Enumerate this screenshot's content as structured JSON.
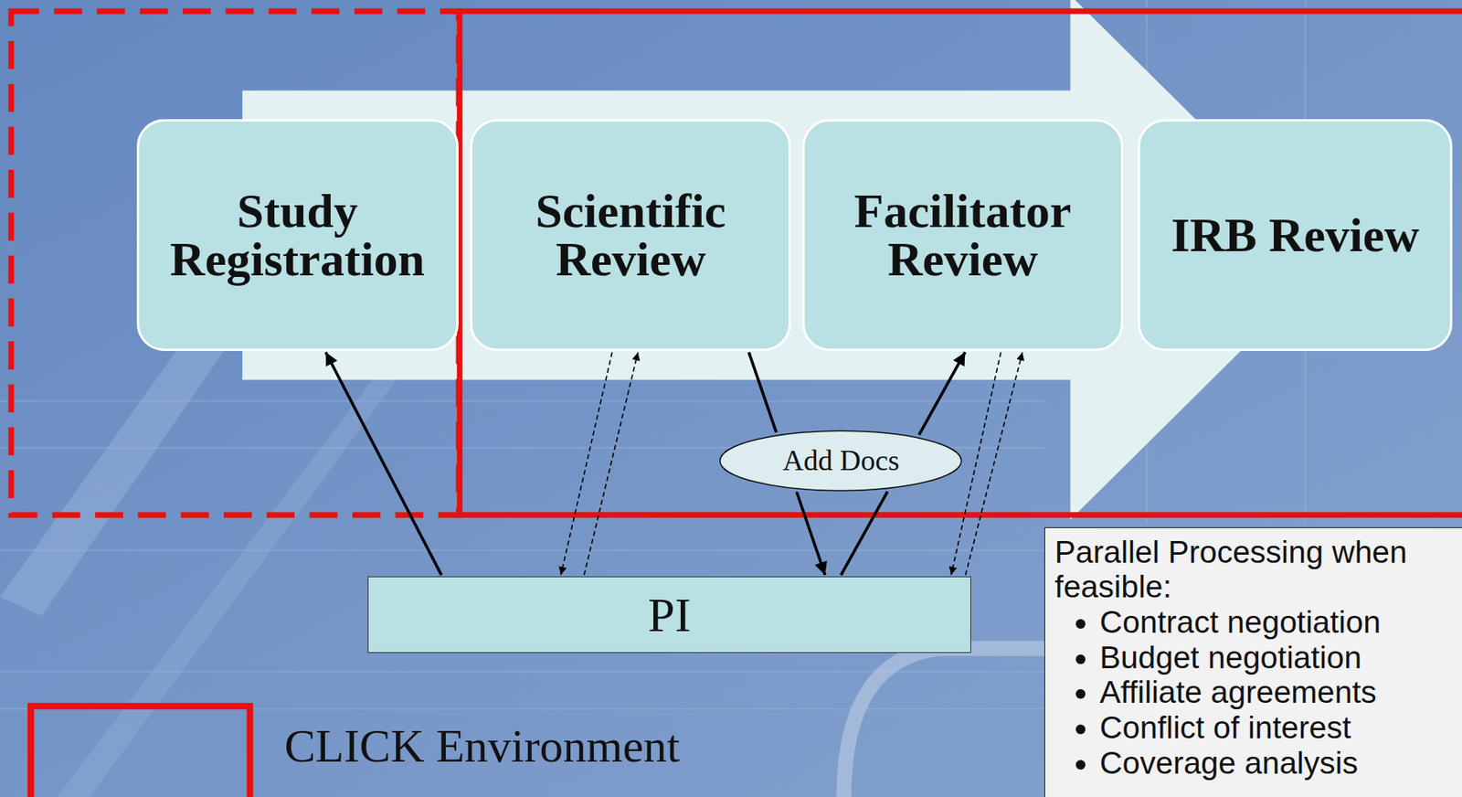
{
  "diagram": {
    "nodes": [
      {
        "text": [
          "Study Registration"
        ]
      },
      {
        "text": [
          "Scientific Review"
        ]
      },
      {
        "text": [
          "Facilitator Review"
        ]
      },
      {
        "text": [
          "IRB Review"
        ]
      },
      {
        "text": [
          "Add Docs"
        ]
      },
      {
        "text": [
          "PI"
        ]
      },
      {
        "text": [
          "Parallel Processing when feasible:",
          "Contract negotiation",
          "Budget negotiation",
          "Affiliate agreements",
          "Conflict of interest",
          "Coverage analysis"
        ]
      }
    ],
    "edges": [
      {
        "from": 5,
        "to": 0,
        "arrow": "to"
      },
      {
        "from": 1,
        "to": 4,
        "arrow": "none"
      },
      {
        "from": 4,
        "to": 5,
        "arrow": "to"
      },
      {
        "from": 5,
        "to": 4,
        "arrow": "none"
      },
      {
        "from": 4,
        "to": 2,
        "arrow": "to"
      },
      {
        "from": 1,
        "to": 5,
        "arrow": "to"
      },
      {
        "from": 5,
        "to": 1,
        "arrow": "to"
      },
      {
        "from": 2,
        "to": 5,
        "arrow": "to"
      },
      {
        "from": 5,
        "to": 2,
        "arrow": "to"
      }
    ],
    "legend": [
      {
        "text": "CLICK Environment"
      }
    ]
  }
}
